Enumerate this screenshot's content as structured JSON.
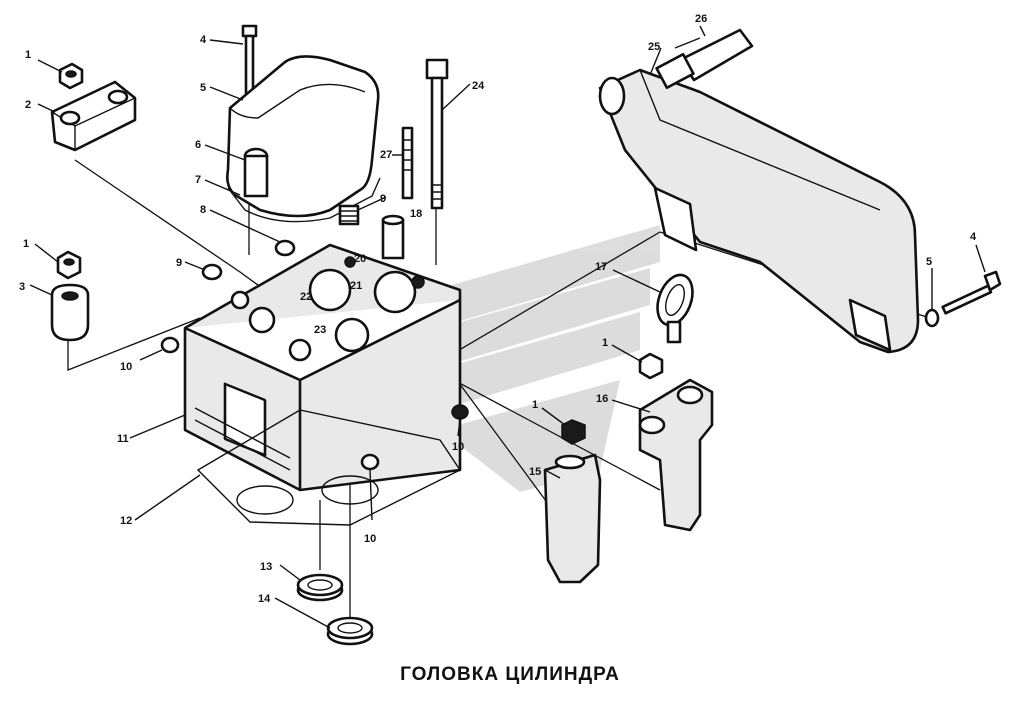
{
  "caption": "ГОЛОВКА ЦИЛИНДРА",
  "callouts": [
    {
      "id": "c-1a",
      "text": "1"
    },
    {
      "id": "c-2",
      "text": "2"
    },
    {
      "id": "c-1b",
      "text": "1"
    },
    {
      "id": "c-3",
      "text": "3"
    },
    {
      "id": "c-4a",
      "text": "4"
    },
    {
      "id": "c-5a",
      "text": "5"
    },
    {
      "id": "c-6",
      "text": "6"
    },
    {
      "id": "c-7",
      "text": "7"
    },
    {
      "id": "c-8",
      "text": "8"
    },
    {
      "id": "c-9a",
      "text": "9"
    },
    {
      "id": "c-9b",
      "text": "9"
    },
    {
      "id": "c-27",
      "text": "27"
    },
    {
      "id": "c-18",
      "text": "18"
    },
    {
      "id": "c-24",
      "text": "24"
    },
    {
      "id": "c-20",
      "text": "20"
    },
    {
      "id": "c-21",
      "text": "21"
    },
    {
      "id": "c-22",
      "text": "22"
    },
    {
      "id": "c-23",
      "text": "23"
    },
    {
      "id": "c-10a",
      "text": "10"
    },
    {
      "id": "c-11",
      "text": "11"
    },
    {
      "id": "c-12",
      "text": "12"
    },
    {
      "id": "c-10b",
      "text": "10"
    },
    {
      "id": "c-10c",
      "text": "10"
    },
    {
      "id": "c-13",
      "text": "13"
    },
    {
      "id": "c-14",
      "text": "14"
    },
    {
      "id": "c-25",
      "text": "25"
    },
    {
      "id": "c-26",
      "text": "26"
    },
    {
      "id": "c-4b",
      "text": "4"
    },
    {
      "id": "c-5b",
      "text": "5"
    },
    {
      "id": "c-17",
      "text": "17"
    },
    {
      "id": "c-1c",
      "text": "1"
    },
    {
      "id": "c-16",
      "text": "16"
    },
    {
      "id": "c-1d",
      "text": "1"
    },
    {
      "id": "c-15",
      "text": "15"
    }
  ]
}
